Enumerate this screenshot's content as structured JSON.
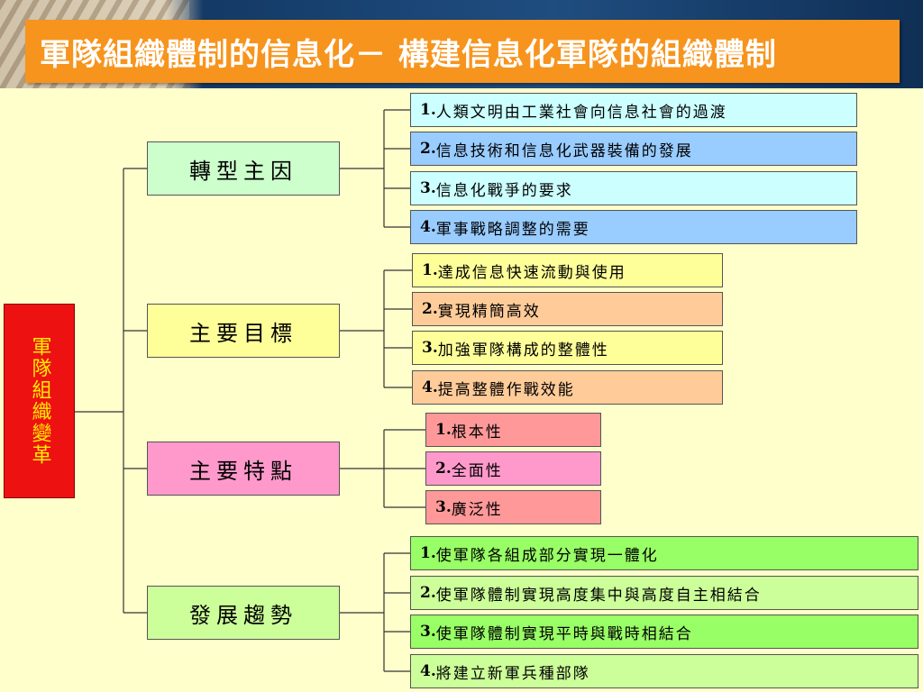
{
  "title": "軍隊組織體制的信息化－ 構建信息化軍隊的組織體制",
  "root": "軍隊組織變革",
  "colors": {
    "title_bg": "#f7941d",
    "root_bg": "#ee1111",
    "root_text": "#ffee00",
    "content_bg": "#ffffcc"
  },
  "groups": [
    {
      "label": "轉型主因",
      "color": "#ccffcc",
      "items": [
        {
          "num": "1.",
          "text": "人類文明由工業社會向信息社會的過渡",
          "color": "#ccffff"
        },
        {
          "num": "2.",
          "text": "信息技術和信息化武器裝備的發展",
          "color": "#99ccff"
        },
        {
          "num": "3.",
          "text": "信息化戰爭的要求",
          "color": "#ccffff"
        },
        {
          "num": "4.",
          "text": "軍事戰略調整的需要",
          "color": "#99ccff"
        }
      ]
    },
    {
      "label": "主要目標",
      "color": "#ffff99",
      "items": [
        {
          "num": "1.",
          "text": "達成信息快速流動與使用",
          "color": "#ffff99"
        },
        {
          "num": "2.",
          "text": "實現精簡高效",
          "color": "#ffcc99"
        },
        {
          "num": "3.",
          "text": "加強軍隊構成的整體性",
          "color": "#ffff99"
        },
        {
          "num": "4.",
          "text": "提高整體作戰效能",
          "color": "#ffcc99"
        }
      ]
    },
    {
      "label": "主要特點",
      "color": "#ff99cc",
      "items": [
        {
          "num": "1.",
          "text": "根本性",
          "color": "#ff9999"
        },
        {
          "num": "2.",
          "text": "全面性",
          "color": "#ff99cc"
        },
        {
          "num": "3.",
          "text": "廣泛性",
          "color": "#ff9999"
        }
      ]
    },
    {
      "label": "發展趨勢",
      "color": "#ccff99",
      "items": [
        {
          "num": "1.",
          "text": "使軍隊各組成部分實現一體化",
          "color": "#99ff66"
        },
        {
          "num": "2.",
          "text": "使軍隊體制實現高度集中與高度自主相結合",
          "color": "#ccff99"
        },
        {
          "num": "3.",
          "text": "使軍隊體制實現平時與戰時相結合",
          "color": "#99ff66"
        },
        {
          "num": "4.",
          "text": "將建立新軍兵種部隊",
          "color": "#ccff99"
        }
      ]
    }
  ]
}
